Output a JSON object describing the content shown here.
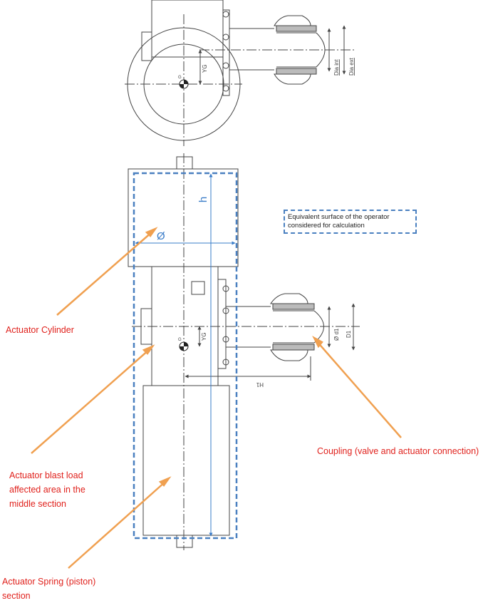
{
  "top_view": {
    "dims": {
      "yg": "YG",
      "dia_int": "Dia int",
      "dia_ext": "Dia ext"
    },
    "cog_mark": "G"
  },
  "side_view": {
    "dims": {
      "h": "h",
      "diameter": "Ø",
      "yg": "YG",
      "d1_inner": "Ø d1",
      "d1": "D1",
      "h1": "H1"
    },
    "cog_mark": "G"
  },
  "legend": {
    "text_line1": "Equivalent surface of the operator",
    "text_line2": "considered for calculation"
  },
  "labels": {
    "cylinder": "Actuator Cylinder",
    "coupling": "Coupling (valve and actuator connection)",
    "blast_line1": "Actuator blast load",
    "blast_line2": "affected area in the",
    "blast_line3": "middle section",
    "spring_line1": "Actuator Spring (piston)",
    "spring_line2": "section"
  },
  "colors": {
    "arrow": "#f0a050",
    "label": "#e0211c",
    "dash": "#4a80c0",
    "dim_blue": "#3a7cc8",
    "line": "#444444"
  }
}
